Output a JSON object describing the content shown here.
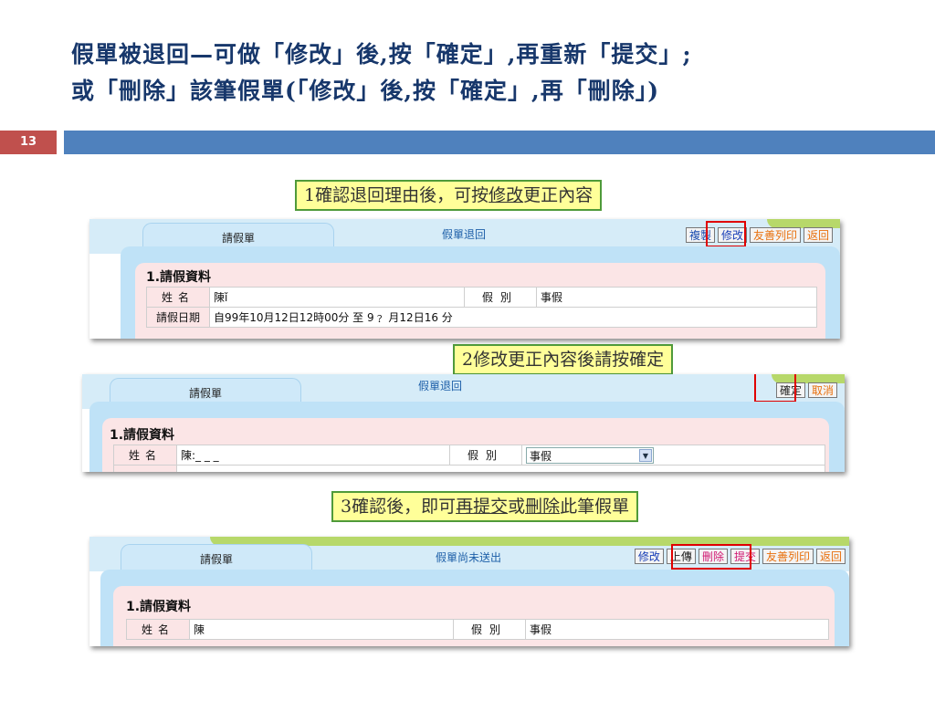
{
  "slide": {
    "title_line1": "假單被退回—可做「修改」後,按「確定」,再重新「提交」;",
    "title_line2": "或「刪除」該筆假單(「修改」後,按「確定」,再「刪除」)",
    "number": "13"
  },
  "callouts": {
    "c1_pre": "1確認退回理由後，可按",
    "c1_link": "修改",
    "c1_post": "更正內容",
    "c2": "2修改更正內容後請按確定",
    "c3_pre": "3確認後，即可",
    "c3_link1": "再提交",
    "c3_mid": "或",
    "c3_link2": "刪除",
    "c3_post": "此筆假單"
  },
  "shot1": {
    "tab1": "請假單",
    "tab2": "假單退回",
    "buttons": {
      "copy": "複製",
      "modify": "修改",
      "print": "友善列印",
      "back": "返回"
    },
    "section": "1.請假資料",
    "name_label": "姓名",
    "name_value": "陳ǐ",
    "type_label": "假別",
    "type_value": "事假",
    "date_label": "請假日期",
    "date_value": "自99年10月12日12時00分  至  9﹖      月12日16      分"
  },
  "shot2": {
    "tab1": "請假單",
    "tab2": "假單退回",
    "buttons": {
      "confirm": "確定",
      "cancel": "取消"
    },
    "section": "1.請假資料",
    "name_label": "姓名",
    "name_value": "陳:_ _ _",
    "type_label": "假別",
    "type_value": "事假"
  },
  "shot3": {
    "tab1": "請假單",
    "tab2": "假單尚未送出",
    "buttons": {
      "modify": "修改",
      "upload": "上傳",
      "delete": "刪除",
      "submit": "提交",
      "print": "友善列印",
      "back": "返回"
    },
    "section": "1.請假資料",
    "name_label": "姓名",
    "name_value": "陳",
    "type_label": "假別",
    "type_value": "事假"
  },
  "colors": {
    "title": "#17376b",
    "accent_red": "#c0504d",
    "accent_blue": "#4f81bd",
    "callout_bg": "#ffff99",
    "highlight": "#e00000"
  }
}
